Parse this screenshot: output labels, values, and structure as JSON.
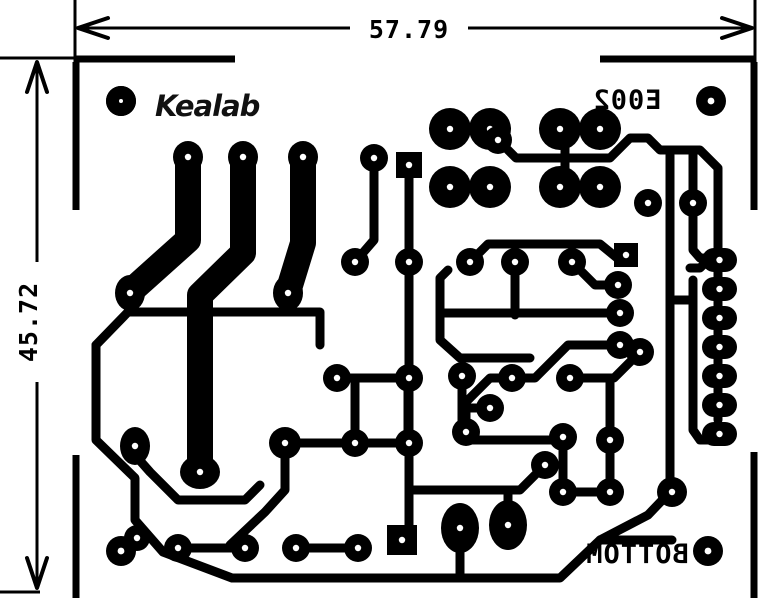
{
  "document": {
    "kind": "pcb-artwork",
    "layer_label": "BOTTOM",
    "board_id": "E002",
    "brand": "Kealab"
  },
  "dimensions": {
    "width_label": "57.79",
    "height_label": "45.72",
    "units_note": ""
  },
  "colors": {
    "copper": "#000000",
    "background": "#ffffff",
    "hole": "#ffffff",
    "dimension_line": "#000000"
  },
  "silkscreen": {
    "brand_text": "Kealab",
    "board_code": "E002",
    "layer_text": "BOTTOM",
    "mirrored": "true"
  },
  "board": {
    "outline_note": "rounded-corner rectangle, chamfered bottom-left and bottom-right",
    "mounting_holes": 4,
    "pad_columns": 1,
    "pad_column_count": 7
  },
  "annotations": {
    "top_dimension": "57.79",
    "left_dimension": "45.72"
  }
}
